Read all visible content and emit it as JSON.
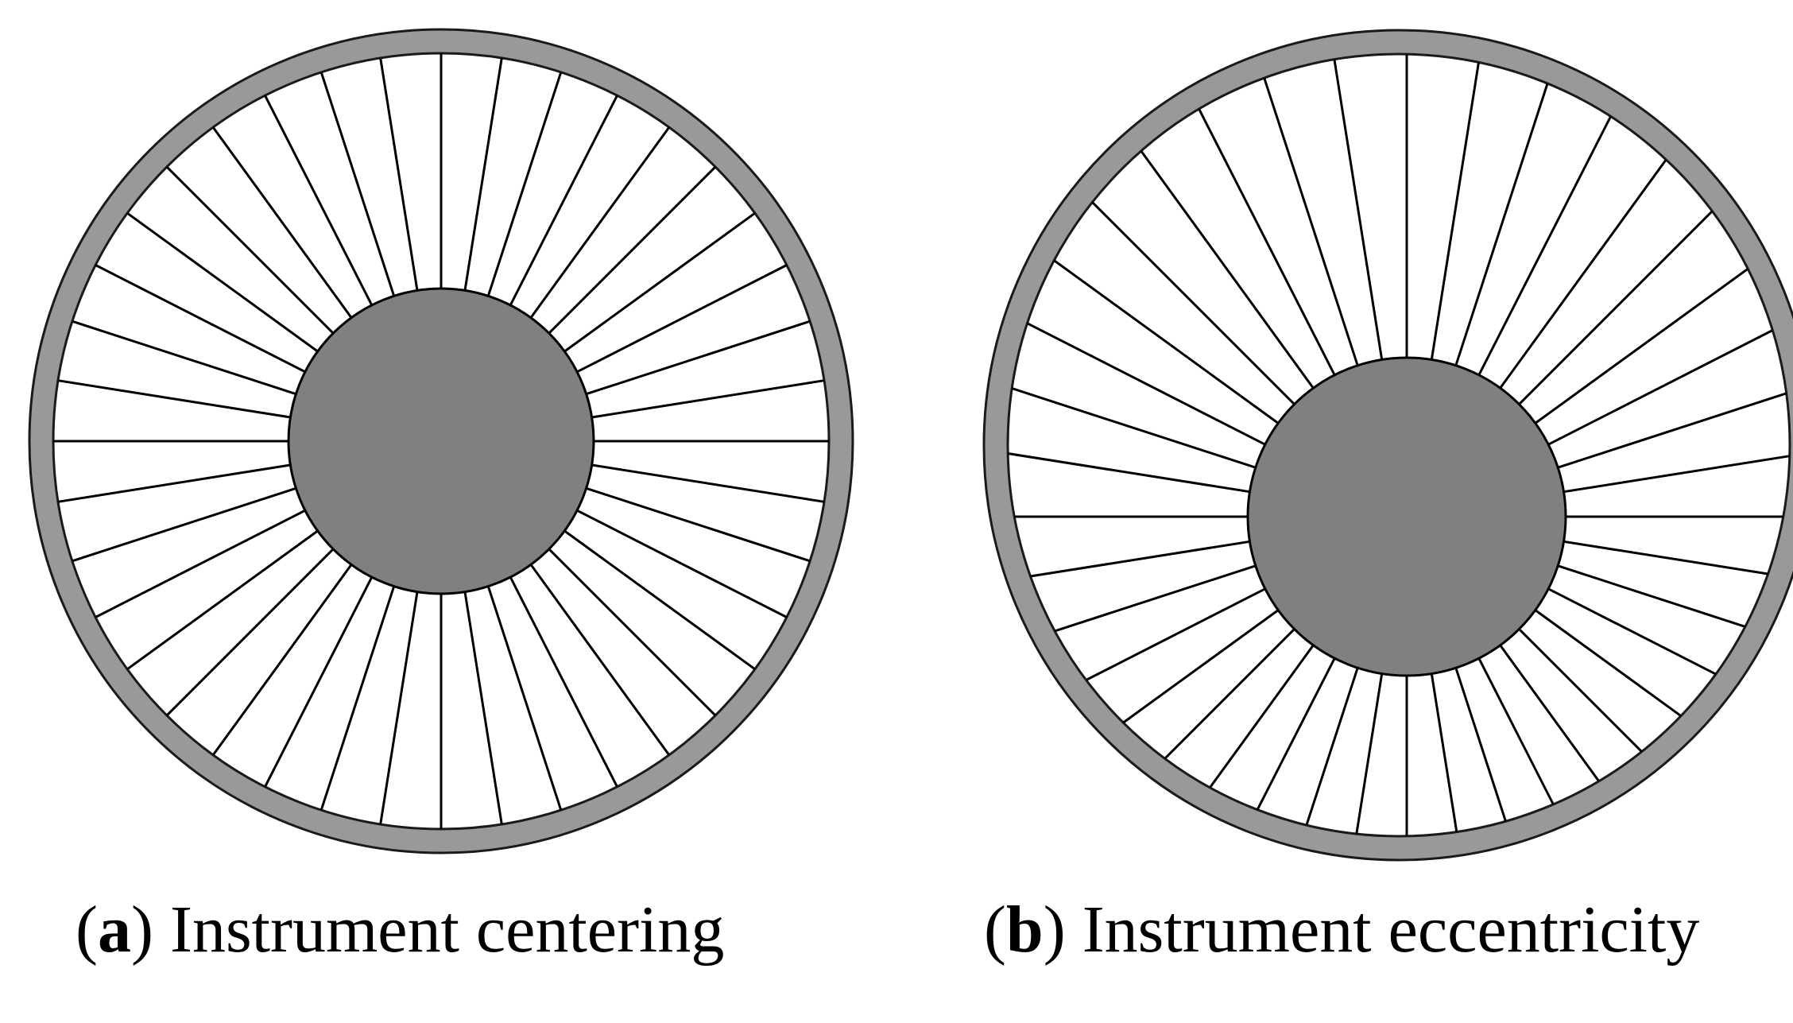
{
  "panels": [
    {
      "letter": "a",
      "caption": "Instrument centering",
      "layout": "centered",
      "spoke_count": 40
    },
    {
      "letter": "b",
      "caption": "Instrument eccentricity",
      "layout": "eccentric",
      "spoke_count": 40
    }
  ],
  "colors": {
    "outer_ring": "#999999",
    "inner_disk": "#808080",
    "spoke": "#000000",
    "background": "#ffffff"
  }
}
